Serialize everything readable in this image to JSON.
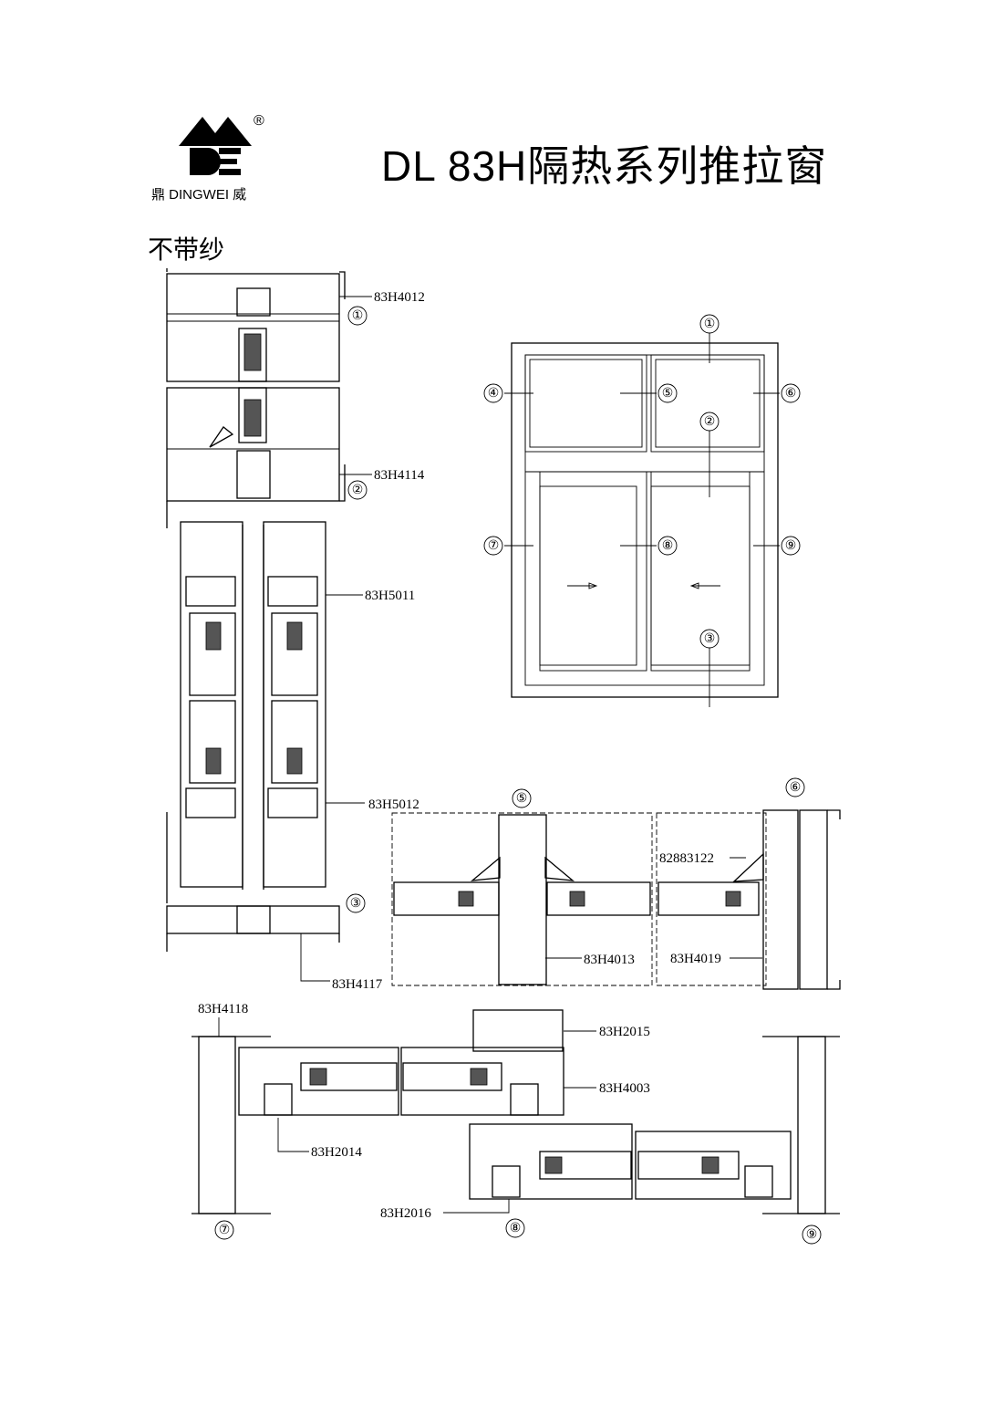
{
  "header": {
    "title": "DL  83H隔热系列推拉窗",
    "brand_text": "鼎 DINGWEI 威",
    "registered_mark": "®",
    "logo_letters": "DE"
  },
  "subtitle": "不带纱",
  "section_markers": [
    "①",
    "②",
    "③",
    "④",
    "⑤",
    "⑥",
    "⑦",
    "⑧",
    "⑨"
  ],
  "part_labels": {
    "p83H4012": "83H4012",
    "p83H4114": "83H4114",
    "p83H5011": "83H5011",
    "p83H5012": "83H5012",
    "p83H4117": "83H4117",
    "p83H4013": "83H4013",
    "p82883122": "82883122",
    "p83H4019": "83H4019",
    "p83H4118": "83H4118",
    "p83H2015": "83H2015",
    "p83H4003": "83H4003",
    "p83H2014": "83H2014",
    "p83H2016": "83H2016"
  }
}
